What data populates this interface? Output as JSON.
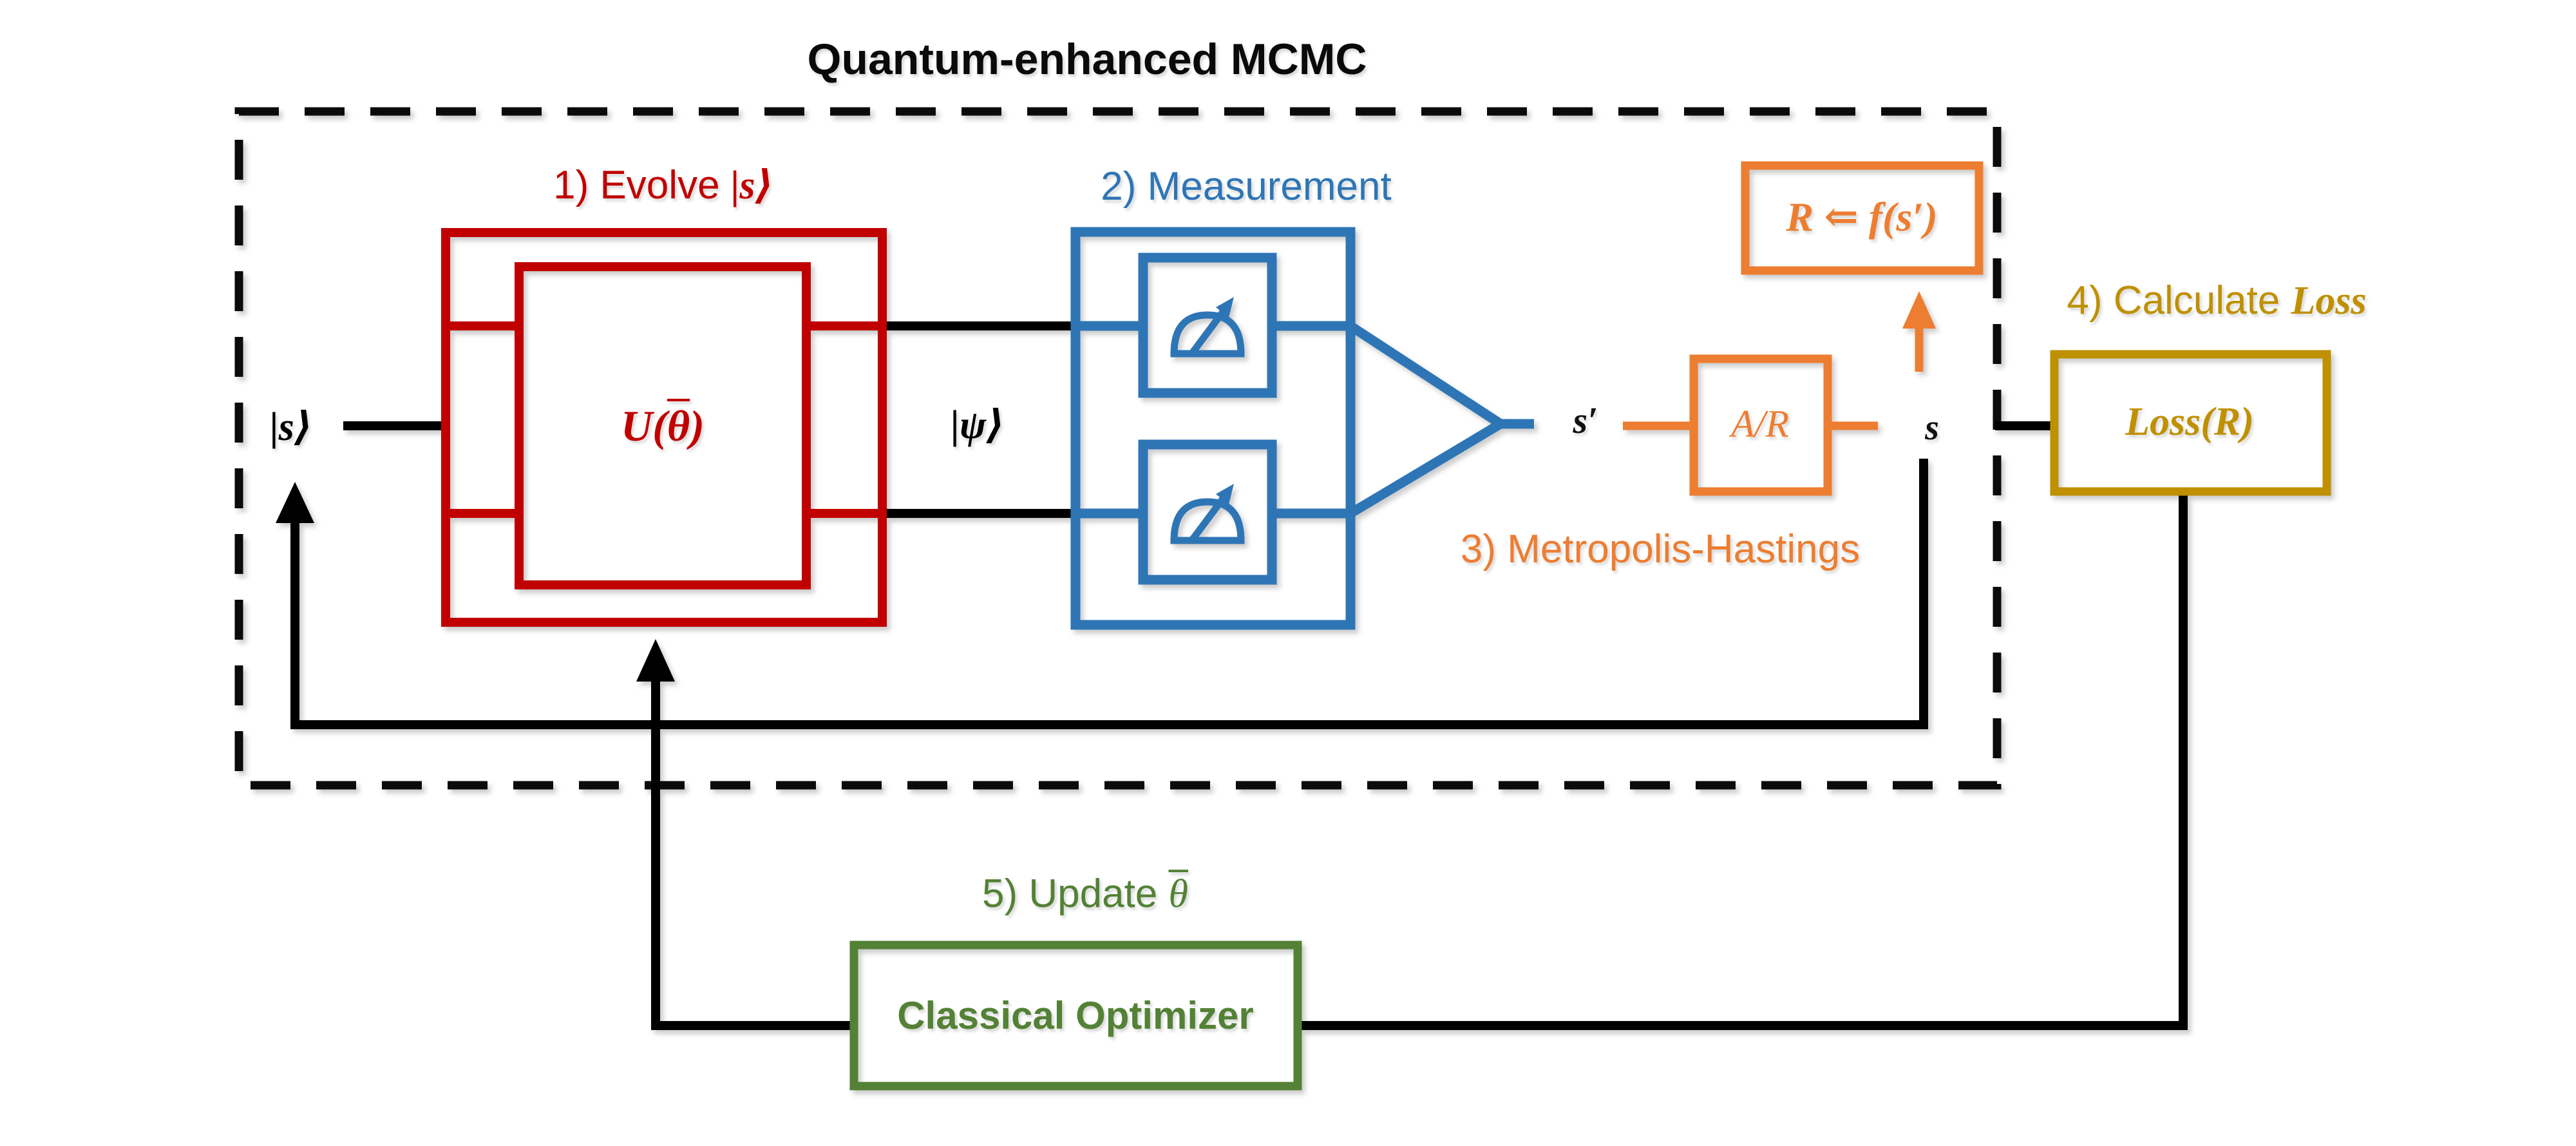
{
  "title": "Quantum-enhanced MCMC",
  "colors": {
    "red": "#C00000",
    "blue": "#2E75B6",
    "orange": "#ED7D31",
    "gold": "#BF9000",
    "green": "#538135",
    "wire": "#000000"
  },
  "steps": {
    "evolve": {
      "prefix": "1) Evolve ",
      "ket": "|s⟩"
    },
    "measure": {
      "label": "2) Measurement"
    },
    "metropolis": {
      "label": "3) Metropolis-Hastings"
    },
    "calc_loss": {
      "prefix": "4) Calculate ",
      "emph": "Loss"
    },
    "update": {
      "prefix": "5) Update ",
      "theta": "θ"
    }
  },
  "nodes": {
    "input_ket": "|s⟩",
    "unitary": {
      "open": "U(",
      "theta": "θ",
      "close": ")"
    },
    "psi_ket": "|ψ⟩",
    "s_prime": "s′",
    "accept_reject": "A/R",
    "proposal_update": "R ⇐ f(s′)",
    "state_s": "s",
    "loss": "Loss(R)",
    "optimizer": "Classical Optimizer"
  }
}
